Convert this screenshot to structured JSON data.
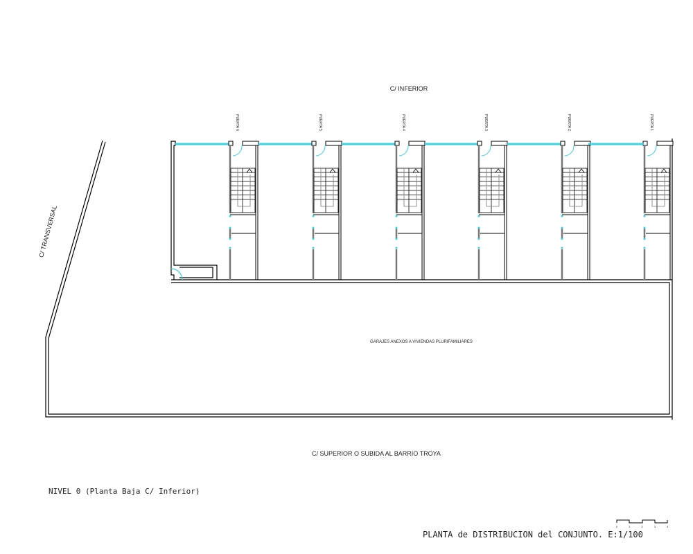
{
  "streets": {
    "top": "C/ INFERIOR",
    "left": "C/ TRANSVERSAL",
    "bottom": "C/ SUPERIOR O SUBIDA AL BARRIO TROYA"
  },
  "doors": [
    "PUERTA 6",
    "PUERTA 5",
    "PUERTA 4",
    "PUERTA 3",
    "PUERTA 2",
    "PUERTA 1"
  ],
  "garage_label": "GARAJES ANEXOS A VIVIENDAS PLURIFAMILIARES",
  "level_label": "NIVEL 0 (Planta Baja C/ Inferior)",
  "title": "PLANTA de DISTRIBUCION del CONJUNTO. E:1/100",
  "scale_ticks": [
    "0",
    "1",
    "2",
    "3",
    "4"
  ],
  "colors": {
    "wall": "#000000",
    "glass": "#39d4e0",
    "partition": "#777777"
  }
}
